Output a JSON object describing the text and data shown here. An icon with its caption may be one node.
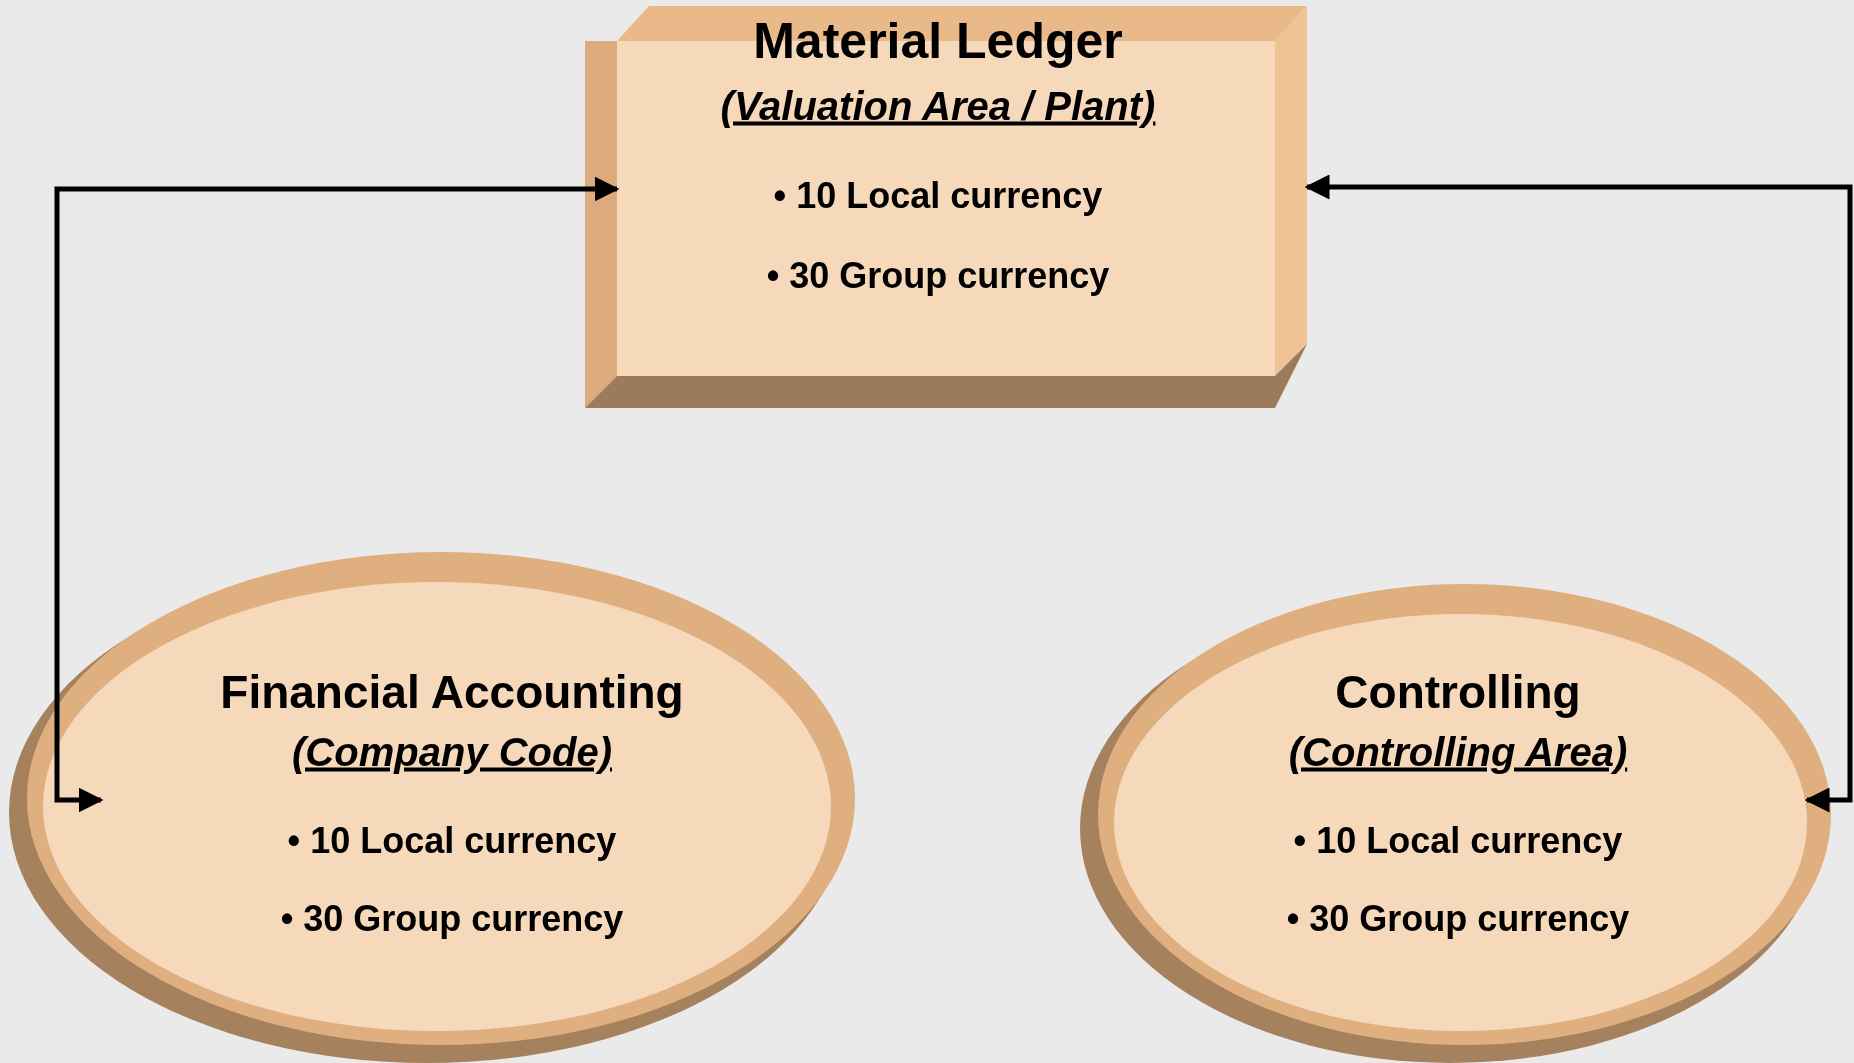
{
  "diagram": {
    "nodes": [
      {
        "text": [
          "Material Ledger",
          "(Valuation Area / Plant)",
          "• 10 Local currency",
          "• 30 Group currency"
        ]
      },
      {
        "text": [
          "Financial Accounting",
          "(Company Code)",
          "• 10 Local currency",
          "• 30 Group currency"
        ]
      },
      {
        "text": [
          "Controlling",
          "(Controlling Area)",
          "• 10 Local currency",
          "• 30 Group currency"
        ]
      }
    ],
    "edges": [
      {
        "from": 0,
        "to": 1,
        "arrow": "both"
      },
      {
        "from": 0,
        "to": 2,
        "arrow": "both"
      }
    ]
  }
}
